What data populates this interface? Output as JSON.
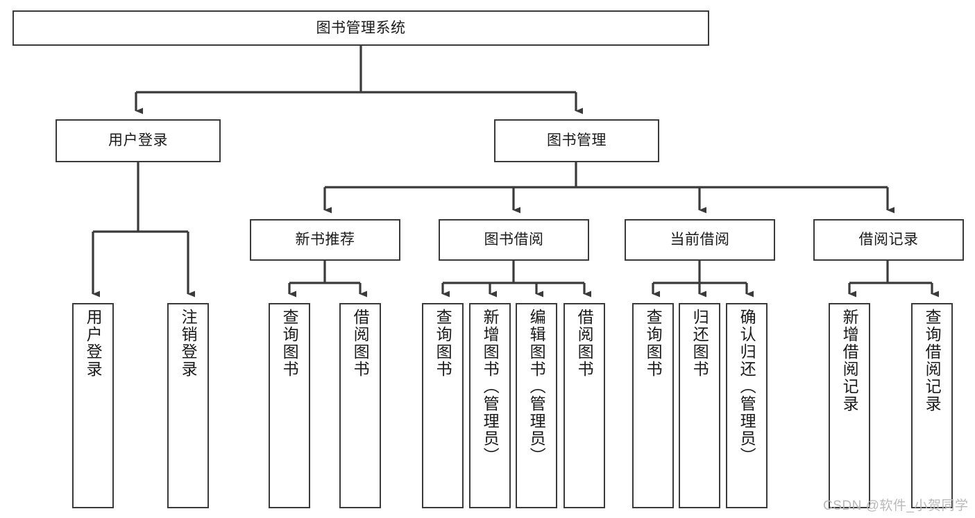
{
  "diagram": {
    "type": "hierarchy-tree",
    "title": "图书管理系统",
    "watermark": "CSDN @软件_小贺同学",
    "colors": {
      "box_border": "#3a3a3a",
      "box_fill": "#ffffff",
      "connector": "#3a3a3a",
      "text": "#1a1a1a",
      "watermark": "#b9b9b9"
    },
    "levels": {
      "root": "图书管理系统",
      "level1": [
        "用户登录",
        "图书管理"
      ],
      "level2": [
        "新书推荐",
        "图书借阅",
        "当前借阅",
        "借阅记录"
      ]
    },
    "nodes": {
      "root": {
        "label": "图书管理系统"
      },
      "user_login": {
        "label": "用户登录"
      },
      "book_manage": {
        "label": "图书管理"
      },
      "new_book_rec": {
        "label": "新书推荐"
      },
      "book_borrow": {
        "label": "图书借阅"
      },
      "current_borrow": {
        "label": "当前借阅"
      },
      "borrow_record": {
        "label": "借阅记录"
      },
      "leaf_user_login": {
        "label": "用户登录"
      },
      "leaf_logout": {
        "label": "注销登录"
      },
      "leaf_query_book_a": {
        "label": "查询图书"
      },
      "leaf_borrow_book_a": {
        "label": "借阅图书"
      },
      "leaf_query_book_b": {
        "label": "查询图书"
      },
      "leaf_add_book": {
        "label": "新增图书（管理员）"
      },
      "leaf_edit_book": {
        "label": "编辑图书（管理员）"
      },
      "leaf_borrow_book_b": {
        "label": "借阅图书"
      },
      "leaf_query_book_c": {
        "label": "查询图书"
      },
      "leaf_return_book": {
        "label": "归还图书"
      },
      "leaf_confirm_return": {
        "label": "确认归还（管理员）"
      },
      "leaf_add_record": {
        "label": "新增借阅记录"
      },
      "leaf_query_record": {
        "label": "查询借阅记录"
      }
    }
  }
}
